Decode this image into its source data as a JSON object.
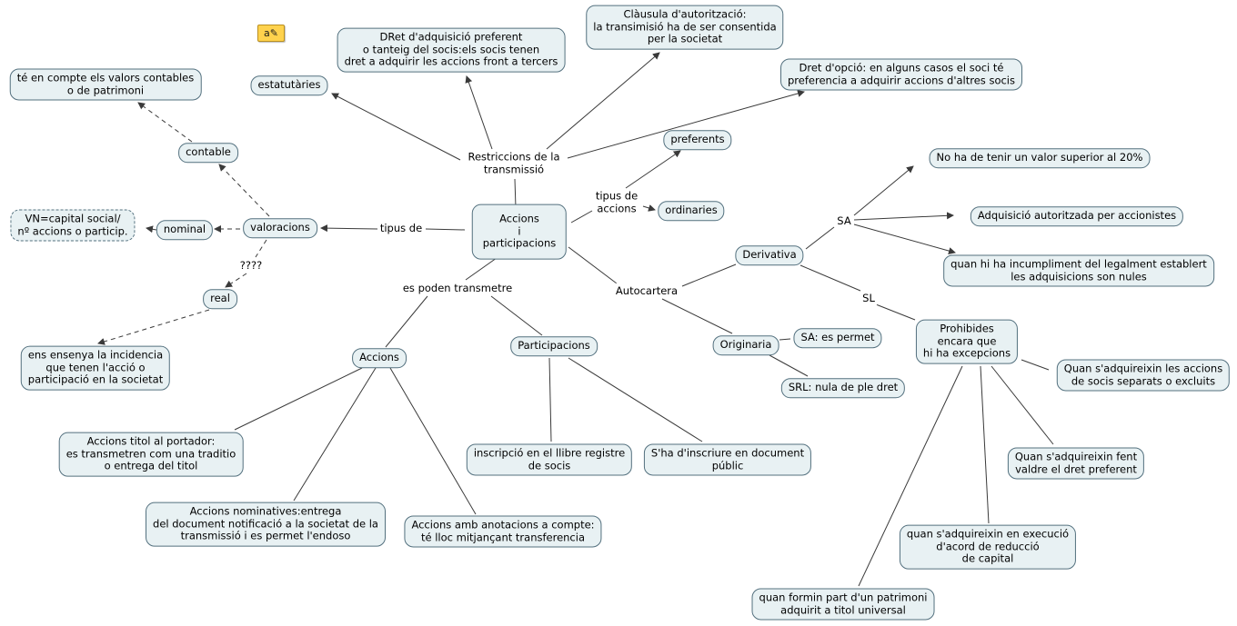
{
  "style": {
    "bg": "#ffffff",
    "node_fill": "#e8f1f3",
    "node_border": "#53707e",
    "line_color": "#3a3a3a",
    "annotation_bg": "#ffd24d"
  },
  "annotation": {
    "glyph": "a✎"
  },
  "nodes": {
    "te_en_compte": {
      "label": "té en compte els valors contables\no de patrimoni"
    },
    "estatutaries": {
      "label": "estatutàries"
    },
    "dret_adquisicio_preferent": {
      "label": "DRet d'adquisició preferent\no tanteig del socis:els socis tenen\ndret a adquirir les accions front a tercers"
    },
    "clausula_autoritzacio": {
      "label": "Clàusula d'autorització:\nla transimisió ha de ser consentida\nper la societat"
    },
    "dret_opcio": {
      "label": "Dret d'opció: en alguns casos el soci té\npreferencia a adquirir accions d'altres socis"
    },
    "no_valor_20": {
      "label": "No ha de tenir un valor superior al 20%"
    },
    "contable": {
      "label": "contable"
    },
    "preferents": {
      "label": "preferents"
    },
    "ordinaries": {
      "label": "ordinaries"
    },
    "adquisicio_autoritzada": {
      "label": "Adquisició autoritzada per accionistes"
    },
    "vn_capital": {
      "label": "VN=capital social/\nnº accions o particip."
    },
    "nominal": {
      "label": "nominal"
    },
    "valoracions": {
      "label": "valoracions"
    },
    "accions_participacions": {
      "label": "Accions\ni\nparticipacions"
    },
    "derivativa": {
      "label": "Derivativa"
    },
    "incumpliment_nules": {
      "label": "quan hi ha incumpliment del legalment establert\nles adquisicions son nules"
    },
    "real": {
      "label": "real"
    },
    "prohibides": {
      "label": "Prohibides\nencara que\nhi ha excepcions"
    },
    "ens_ensenya": {
      "label": "ens ensenya la incidencia\nque tenen l'acció o\nparticipació en la societat"
    },
    "accions": {
      "label": "Accions"
    },
    "participacions": {
      "label": "Participacions"
    },
    "originaria": {
      "label": "Originaria"
    },
    "sa_es_permet": {
      "label": "SA: es permet"
    },
    "socis_separats": {
      "label": "Quan s'adquireixin les accions\nde socis separats o excluits"
    },
    "srl_nula": {
      "label": "SRL: nula de ple dret"
    },
    "titol_portador": {
      "label": "Accions titol al portador:\nes transmetren com una traditio\no entrega del titol"
    },
    "inscripcio_llibre": {
      "label": "inscripció en el llibre registre\nde socis"
    },
    "document_public": {
      "label": "S'ha d'inscriure en document\npúblic"
    },
    "dret_preferent": {
      "label": "Quan s'adquireixin fent\nvaldre el dret preferent"
    },
    "nominatives": {
      "label": "Accions nominatives:entrega\ndel document notificació a la societat de la\ntransmissió i es permet l'endoso"
    },
    "anotacions_compte": {
      "label": "Accions amb anotacions a compte:\nté lloc mitjançant transferencia"
    },
    "reduccio_capital": {
      "label": "quan s'adquireixin en execució\nd'acord de reducció\nde capital"
    },
    "patrimoni_universal": {
      "label": "quan formin part d'un patrimoni\nadquirit a titol universal"
    }
  },
  "linking": {
    "restriccions_transmissio": {
      "label": "Restriccions de la\ntransmissió"
    },
    "tipus_de_accions": {
      "label": "tipus de\naccions"
    },
    "tipus_de": {
      "label": "tipus de"
    },
    "interrogants": {
      "label": "????"
    },
    "es_poden_transmetre": {
      "label": "es poden transmetre"
    },
    "autocartera": {
      "label": "Autocartera"
    },
    "sa": {
      "label": "SA"
    },
    "sl": {
      "label": "SL"
    }
  },
  "relations": [
    {
      "from": "accions_participacions",
      "link": "restriccions_transmissio",
      "to": [
        "estatutaries",
        "dret_adquisicio_preferent",
        "clausula_autoritzacio",
        "dret_opcio"
      ],
      "arrow": true
    },
    {
      "from": "accions_participacions",
      "link": "tipus_de_accions",
      "to": [
        "preferents",
        "ordinaries"
      ],
      "arrow": true
    },
    {
      "from": "accions_participacions",
      "link": "tipus_de",
      "to": [
        "valoracions"
      ],
      "arrow": true
    },
    {
      "from": "valoracions",
      "link": null,
      "to": [
        "contable",
        "nominal"
      ],
      "arrow": true,
      "style": "dashed"
    },
    {
      "from": "valoracions",
      "link": "interrogants",
      "to": [
        "real"
      ],
      "arrow": true,
      "style": "dashed"
    },
    {
      "from": "contable",
      "link": null,
      "to": [
        "te_en_compte"
      ],
      "arrow": true,
      "style": "dashed"
    },
    {
      "from": "nominal",
      "link": null,
      "to": [
        "vn_capital"
      ],
      "arrow": true,
      "style": "dashed"
    },
    {
      "from": "real",
      "link": null,
      "to": [
        "ens_ensenya"
      ],
      "arrow": true,
      "style": "dashed"
    },
    {
      "from": "accions_participacions",
      "link": "es_poden_transmetre",
      "to": [
        "accions",
        "participacions"
      ],
      "arrow": false
    },
    {
      "from": "accions_participacions",
      "link": "autocartera",
      "to": [
        "derivativa",
        "originaria"
      ],
      "arrow": false
    },
    {
      "from": "derivativa",
      "link": "sa",
      "to": [
        "no_valor_20",
        "adquisicio_autoritzada",
        "incumpliment_nules"
      ],
      "arrow": true
    },
    {
      "from": "derivativa",
      "link": "sl",
      "to": [
        "prohibides"
      ],
      "arrow": false
    },
    {
      "from": "originaria",
      "link": null,
      "to": [
        "sa_es_permet",
        "srl_nula"
      ],
      "arrow": false
    },
    {
      "from": "prohibides",
      "link": null,
      "to": [
        "socis_separats",
        "dret_preferent",
        "reduccio_capital",
        "patrimoni_universal"
      ],
      "arrow": false
    },
    {
      "from": "accions",
      "link": null,
      "to": [
        "titol_portador",
        "nominatives",
        "anotacions_compte"
      ],
      "arrow": false
    },
    {
      "from": "participacions",
      "link": null,
      "to": [
        "inscripcio_llibre",
        "document_public"
      ],
      "arrow": false
    }
  ]
}
